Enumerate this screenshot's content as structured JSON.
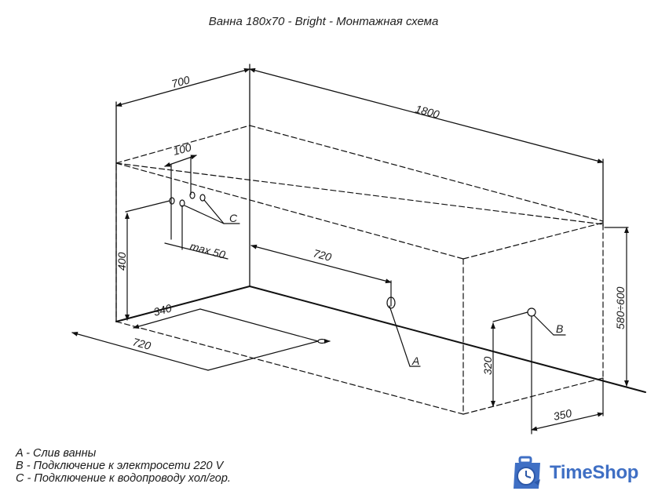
{
  "title": "Ванна 180x70 - Bright - Монтажная схема",
  "dimensions": {
    "width_top": "700",
    "length_top": "1800",
    "c_spacing": "100",
    "c_offset": "max 50",
    "c_height": "400",
    "drain_from_wall": "720",
    "floor_340": "340",
    "floor_720": "720",
    "b_height": "320",
    "b_from_end": "350",
    "total_height": "580÷600"
  },
  "callouts": {
    "a": "A",
    "b": "B",
    "c": "C"
  },
  "legend": [
    {
      "key": "A",
      "text": "A - Слив ванны"
    },
    {
      "key": "B",
      "text": "B - Подключение к электросети 220 V"
    },
    {
      "key": "C",
      "text": "C - Подключение к водопроводу хол/гор."
    }
  ],
  "logo": {
    "text": "TimeShop",
    "color": "#3f6fc4"
  }
}
